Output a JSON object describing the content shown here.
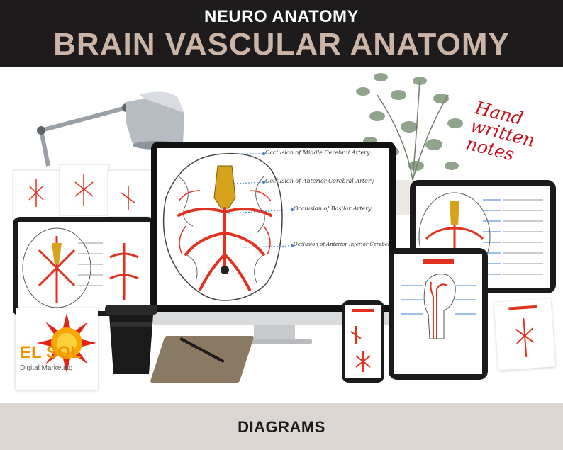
{
  "header": {
    "subtitle": "NEURO ANATOMY",
    "title": "BRAIN VASCULAR ANATOMY"
  },
  "footer": {
    "label": "DIAGRAMS"
  },
  "sticker": {
    "text": "Hand written notes"
  },
  "monitor": {
    "labels": [
      "Occlusion of Middle Cerebral Artery",
      "Occlusion of Anterior Cerebral Artery",
      "Occlusion of Basilar Artery",
      "Occlusion of Anterior Inferior Cerebellar Artery"
    ]
  },
  "logo": {
    "brand": "EL SOL",
    "tagline": "Digital Marketing"
  },
  "colors": {
    "header_bg": "#1d1b1b",
    "title_color": "#cbb5a6",
    "footer_bg": "#dcd6d3",
    "artery_red": "#e0321e",
    "artery_gold": "#d7a21c"
  }
}
